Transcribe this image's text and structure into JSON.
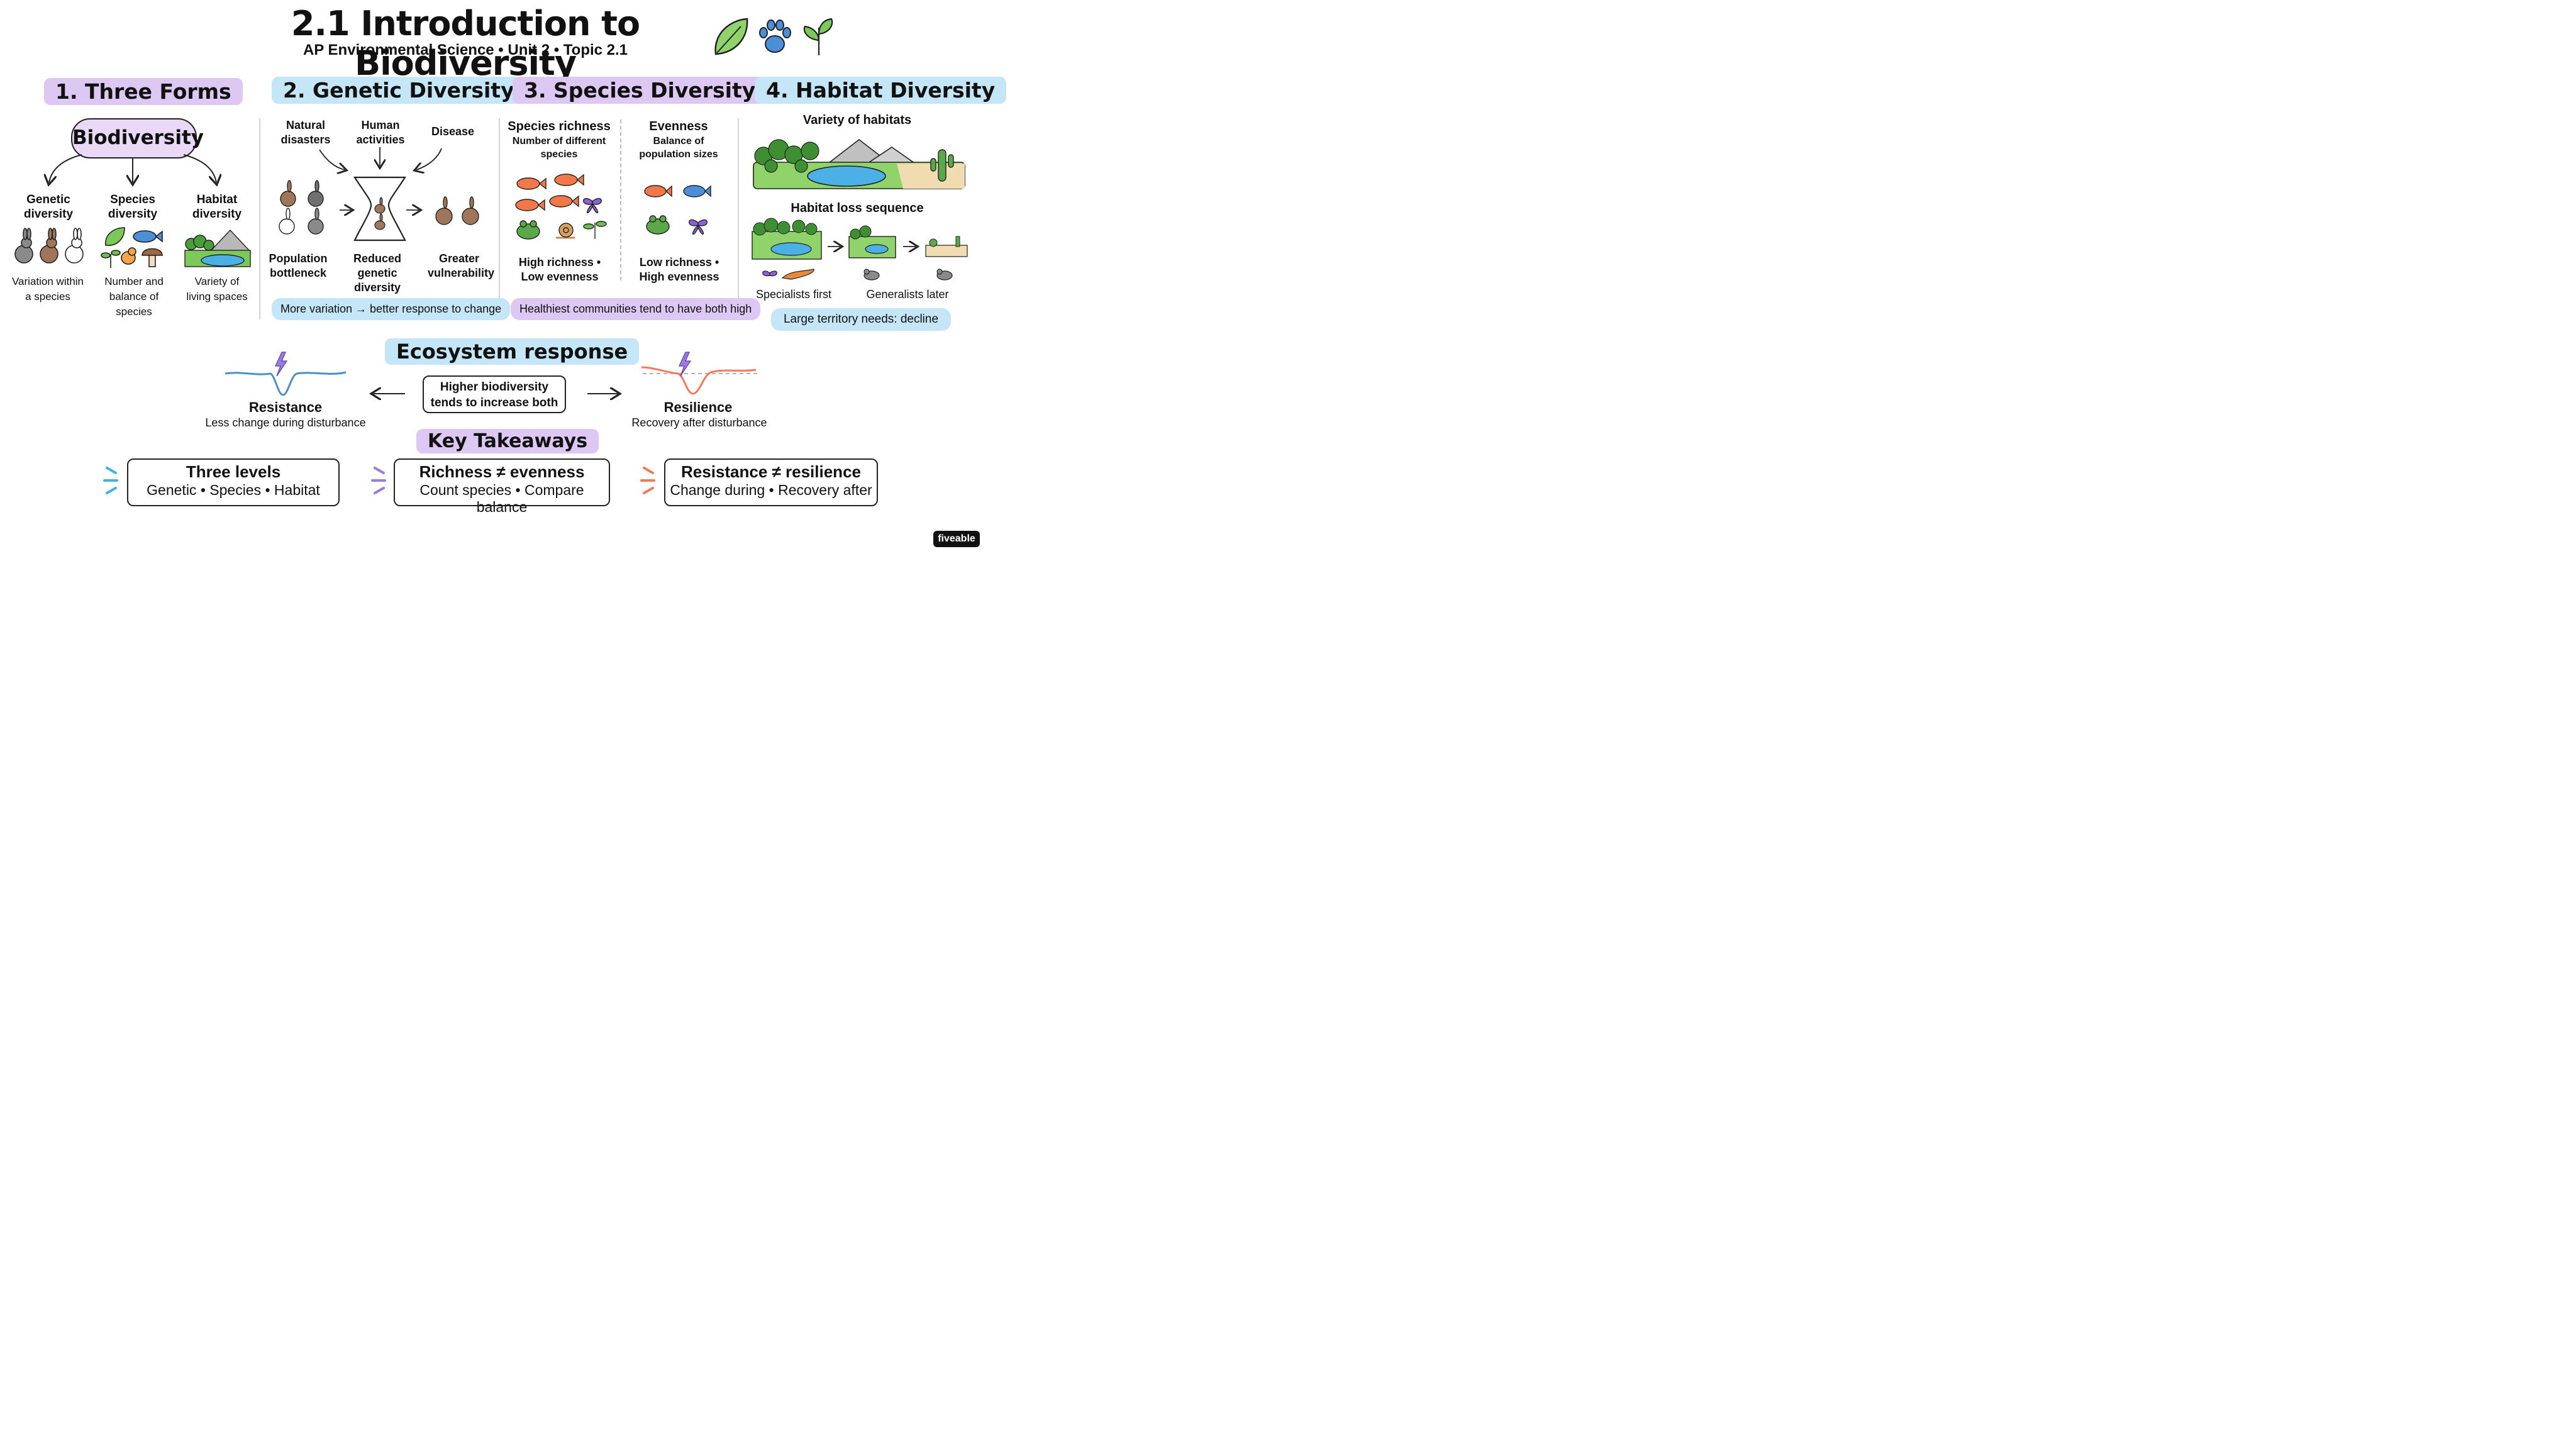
{
  "header": {
    "title": "2.1 Introduction to Biodiversity",
    "subtitle": "AP Environmental Science • Unit 2 • Topic 2.1",
    "icons": [
      "leaf-icon",
      "paw-icon",
      "sprout-icon"
    ]
  },
  "section1": {
    "heading": "1. Three Forms",
    "root": "Biodiversity",
    "branches": [
      {
        "label": "Genetic diversity",
        "desc": "Variation within a species"
      },
      {
        "label": "Species diversity",
        "desc": "Number and balance of species"
      },
      {
        "label": "Habitat diversity",
        "desc": "Variety of living spaces"
      }
    ]
  },
  "section2": {
    "heading": "2. Genetic Diversity",
    "causes": [
      "Natural disasters",
      "Human activities",
      "Disease"
    ],
    "stages": [
      "Population bottleneck",
      "Reduced genetic diversity",
      "Greater vulnerability"
    ],
    "note": "More variation → better response to change"
  },
  "section3": {
    "heading": "3. Species Diversity",
    "richness": {
      "title": "Species richness",
      "desc": "Number of different species",
      "result": "High richness • Low evenness"
    },
    "evenness": {
      "title": "Evenness",
      "desc": "Balance of population sizes",
      "result": "Low richness • High evenness"
    },
    "note": "Healthiest communities tend to have both high"
  },
  "section4": {
    "heading": "4. Habitat Diversity",
    "variety": "Variety of habitats",
    "loss_title": "Habitat loss sequence",
    "specialists": "Specialists first",
    "generalists": "Generalists later",
    "note": "Large territory needs: decline"
  },
  "ecosystem": {
    "heading": "Ecosystem response",
    "center": "Higher biodiversity tends to increase both",
    "resistance": {
      "title": "Resistance",
      "desc": "Less change during disturbance"
    },
    "resilience": {
      "title": "Resilience",
      "desc": "Recovery after disturbance"
    }
  },
  "takeaways": {
    "heading": "Key Takeaways",
    "items": [
      {
        "title": "Three levels",
        "desc": "Genetic • Species • Habitat",
        "color": "#3cb4e6"
      },
      {
        "title": "Richness ≠ evenness",
        "desc": "Count species • Compare balance",
        "color": "#9b7be0"
      },
      {
        "title": "Resistance ≠ resilience",
        "desc": "Change during • Recovery after",
        "color": "#f07a5a"
      }
    ]
  },
  "brand": "fiveable",
  "colors": {
    "purple_highlight": "#dcc8f2",
    "blue_highlight": "#c4e6f6",
    "resistance_line": "#4a8fc8",
    "resilience_line": "#f07a5a",
    "lightning": "#9b7be0"
  }
}
